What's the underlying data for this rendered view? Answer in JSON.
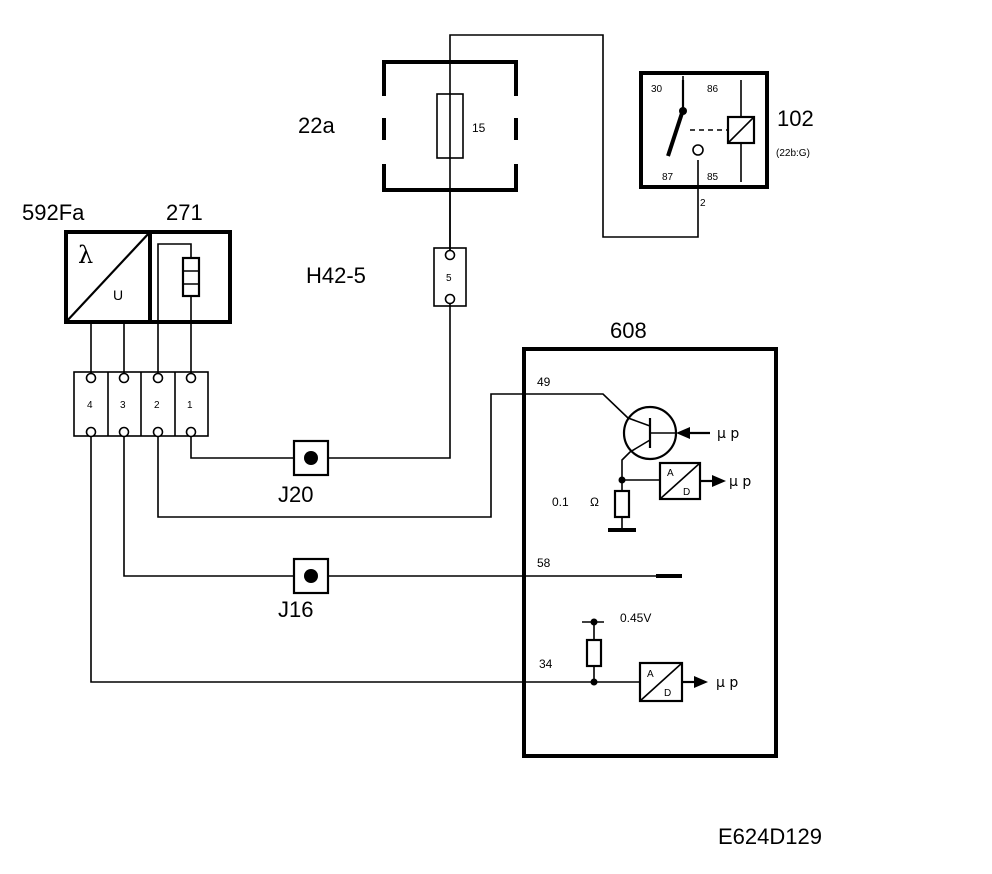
{
  "components": {
    "fuse_box": {
      "id": "22a",
      "fuse_number": "15"
    },
    "relay": {
      "id": "102",
      "sub": "(22b:G)",
      "pins": {
        "p30": "30",
        "p86": "86",
        "p87": "87",
        "p85": "85"
      },
      "wire_label": "2"
    },
    "lambda_sensor": {
      "id": "592Fa",
      "symbol": "λ",
      "output": "U"
    },
    "heater": {
      "id": "271"
    },
    "connector_h42": {
      "id": "H42-5",
      "pin": "5"
    },
    "connector_block": {
      "pins": [
        "4",
        "3",
        "2",
        "1"
      ]
    },
    "ecu": {
      "id": "608",
      "pins": {
        "p49": "49",
        "p58": "58",
        "p34": "34"
      },
      "resistor_value": "0.1",
      "ohm": "Ω",
      "voltage": "0.45V",
      "adc_top": "A",
      "adc_bottom": "D",
      "mu_p": "μ p"
    },
    "junctions": {
      "j20": "J20",
      "j16": "J16"
    }
  },
  "reference": "E624D129"
}
